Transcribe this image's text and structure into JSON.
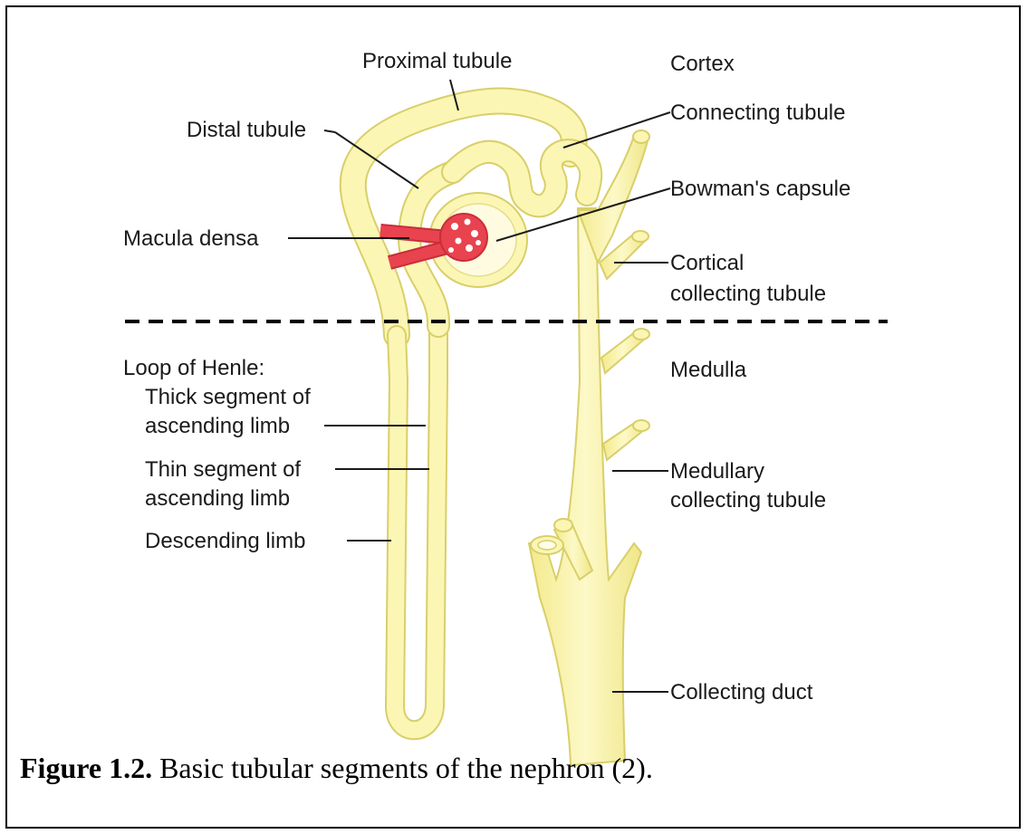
{
  "labels": {
    "proximal_tubule": "Proximal tubule",
    "cortex": "Cortex",
    "distal_tubule": "Distal tubule",
    "connecting_tubule": "Connecting tubule",
    "bowmans_capsule": "Bowman's capsule",
    "macula_densa": "Macula densa",
    "cortical_collecting_1": "Cortical",
    "cortical_collecting_2": "collecting tubule",
    "loop_of_henle": "Loop of Henle:",
    "thick_segment_1": "Thick segment of",
    "thick_segment_2": "ascending limb",
    "thin_segment_1": "Thin segment of",
    "thin_segment_2": "ascending limb",
    "descending_limb": "Descending limb",
    "medulla": "Medulla",
    "medullary_collecting_1": "Medullary",
    "medullary_collecting_2": "collecting tubule",
    "collecting_duct": "Collecting duct"
  },
  "caption": {
    "prefix": "Figure 1.2.",
    "text": " Basic tubular segments of the nephron (2)."
  },
  "colors": {
    "tubule_fill": "#fbf6b4",
    "tubule_edge": "#d9cf6a",
    "vessel": "#e8434f",
    "capsule_inner": "#fffbe0",
    "boundary": "#000000"
  }
}
